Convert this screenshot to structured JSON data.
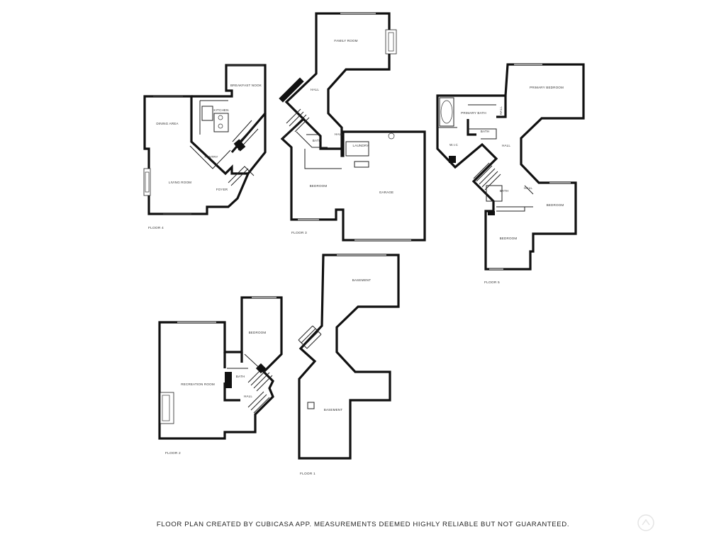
{
  "floors": {
    "floor4": {
      "label": "FLOOR 4",
      "rooms": {
        "breakfast_nook": "BREAKFAST NOOK",
        "kitchen": "KITCHEN",
        "dining_area": "DINING AREA",
        "pantry": "PANTRY",
        "living_room": "LIVING ROOM",
        "foyer": "FOYER"
      }
    },
    "floor3": {
      "label": "FLOOR 3",
      "rooms": {
        "family_room": "FAMILY ROOM",
        "hall_a": "HALL",
        "hall_b": "HALL",
        "bath": "BATH",
        "laundry": "LAUNDRY",
        "bedroom": "BEDROOM",
        "garage": "GARAGE"
      }
    },
    "floor5": {
      "label": "FLOOR 5",
      "rooms": {
        "primary_bedroom": "PRIMARY BEDROOM",
        "primary_bath": "PRIMARY BATH",
        "hall_a": "HALL",
        "bath_a": "BATH",
        "wic": "W.I.C",
        "hall_b": "HALL",
        "bath_b": "BATH",
        "hall_c": "HALL",
        "bedroom_a": "BEDROOM",
        "bedroom_b": "BEDROOM"
      }
    },
    "floor2": {
      "label": "FLOOR 2",
      "rooms": {
        "bedroom": "BEDROOM",
        "recreation_room": "RECREATION ROOM",
        "bath": "BATH",
        "hall": "HALL"
      }
    },
    "floor1": {
      "label": "FLOOR 1",
      "rooms": {
        "basement_top": "BASEMENT",
        "basement_bottom": "BASEMENT"
      }
    }
  },
  "footer": {
    "text": "FLOOR PLAN CREATED BY CUBICASA APP. MEASUREMENTS DEEMED HIGHLY RELIABLE BUT NOT GUARANTEED."
  },
  "colors": {
    "wall": "#111111",
    "text": "#333333",
    "background": "#ffffff"
  },
  "icons": {
    "logo": "cubicasa-watermark-icon"
  }
}
